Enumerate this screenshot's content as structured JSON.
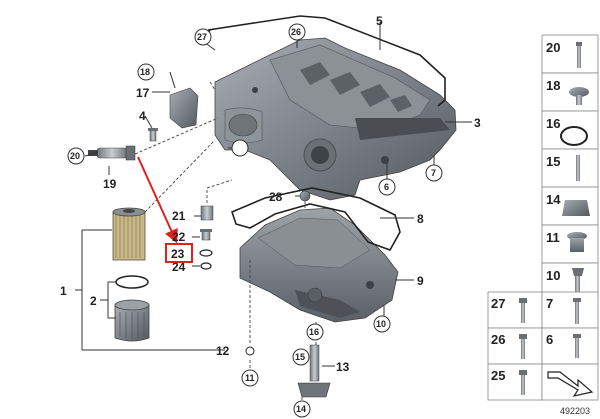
{
  "labels": {
    "p1": "1",
    "p2": "2",
    "p3": "3",
    "p4": "4",
    "p5": "5",
    "p6": "6",
    "p7": "7",
    "p8": "8",
    "p9": "9",
    "p10": "10",
    "p11": "11",
    "p12": "12",
    "p13": "13",
    "p14": "14",
    "p15": "15",
    "p16": "16",
    "p17": "17",
    "p18": "18",
    "p19": "19",
    "p20": "20",
    "p21": "21",
    "p22": "22",
    "p23": "23",
    "p24": "24",
    "p26": "26",
    "p27": "27",
    "p28": "28"
  },
  "sidebar": {
    "items": [
      {
        "num": "20"
      },
      {
        "num": "18"
      },
      {
        "num": "16"
      },
      {
        "num": "15"
      },
      {
        "num": "14"
      },
      {
        "num": "11"
      },
      {
        "num": "10"
      },
      {
        "num": "27"
      },
      {
        "num": "7"
      },
      {
        "num": "26"
      },
      {
        "num": "6"
      },
      {
        "num": "25"
      }
    ]
  },
  "highlight": {
    "label": "23",
    "color": "#e0201c"
  },
  "diagram_id": "492203"
}
